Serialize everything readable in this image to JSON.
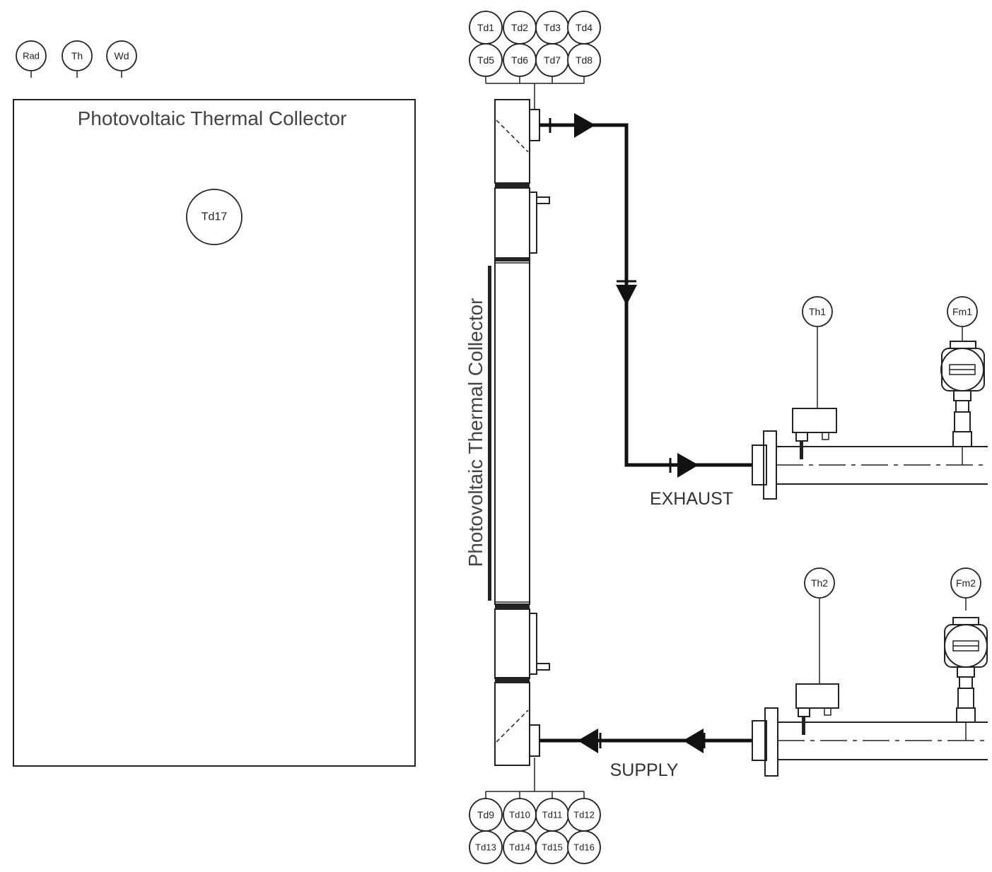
{
  "weather_sensors": {
    "rad": "Rad",
    "th": "Th",
    "wd": "Wd"
  },
  "collector_front": {
    "title": "Photovoltaic Thermal Collector",
    "sensor": "Td17"
  },
  "collector_side": {
    "title": "Photovoltaic Thermal Collector"
  },
  "top_sensors": [
    "Td1",
    "Td2",
    "Td3",
    "Td4",
    "Td5",
    "Td6",
    "Td7",
    "Td8"
  ],
  "bottom_sensors": [
    "Td9",
    "Td10",
    "Td11",
    "Td12",
    "Td13",
    "Td14",
    "Td15",
    "Td16"
  ],
  "exhaust": {
    "label": "EXHAUST",
    "humidity_sensor": "Th1",
    "flow_meter": "Fm1"
  },
  "supply": {
    "label": "SUPPLY",
    "humidity_sensor": "Th2",
    "flow_meter": "Fm2"
  }
}
